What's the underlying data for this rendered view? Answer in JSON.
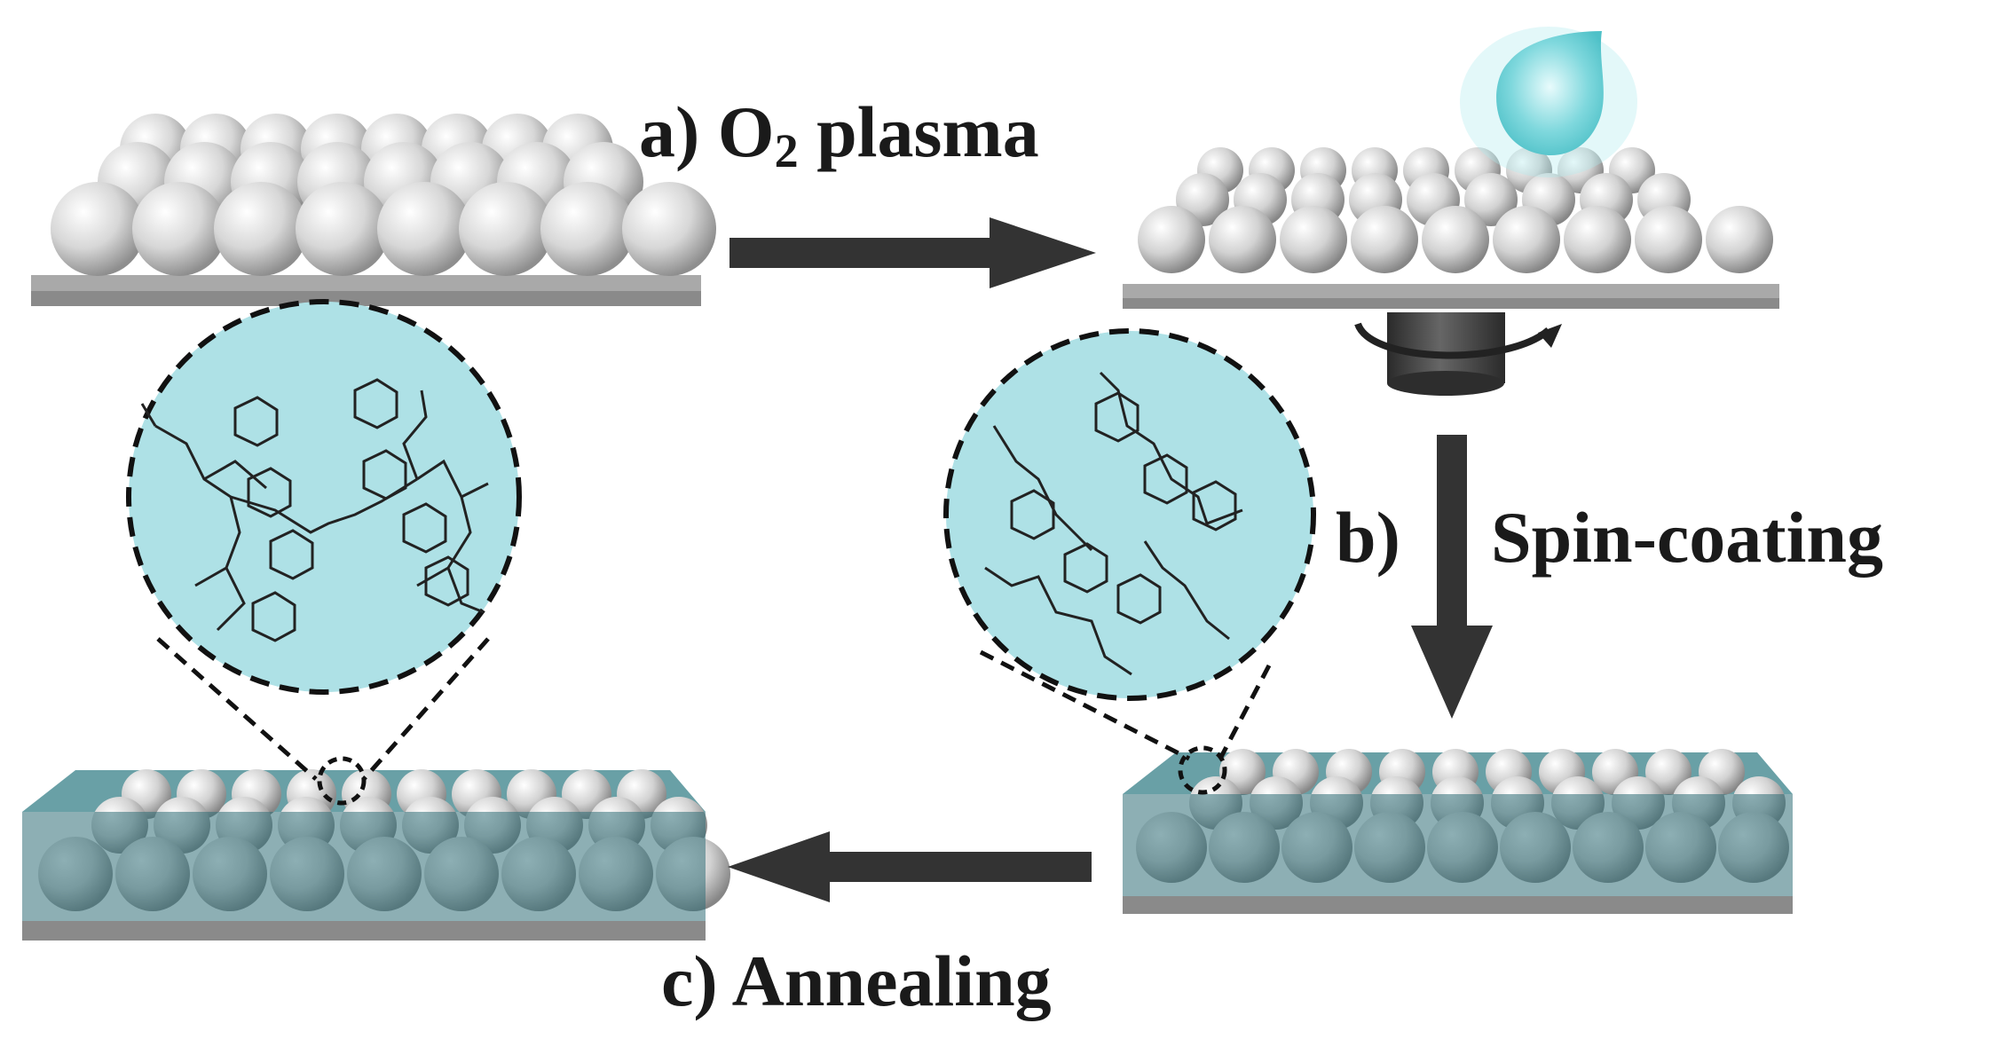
{
  "steps": {
    "a": {
      "prefix": "a) O",
      "sub": "2",
      "suffix": " plasma"
    },
    "b": {
      "prefix": "b)",
      "text": "Spin-coating"
    },
    "c": {
      "text": "c) Annealing"
    }
  },
  "colors": {
    "sphere": "#d9d9d9",
    "substrate": "#9c9c9c",
    "polymer_fill": "#2f6e77",
    "zoom_circle": "#aee1e6",
    "droplet": "#5ccbd1",
    "arrow": "#333333",
    "spinner": "#3a3a3a"
  },
  "icons": [
    "plasma-arrow-icon",
    "spin-arrow-icon",
    "anneal-arrow-icon",
    "droplet-icon",
    "spin-chuck-icon",
    "rotation-arrow-icon"
  ]
}
